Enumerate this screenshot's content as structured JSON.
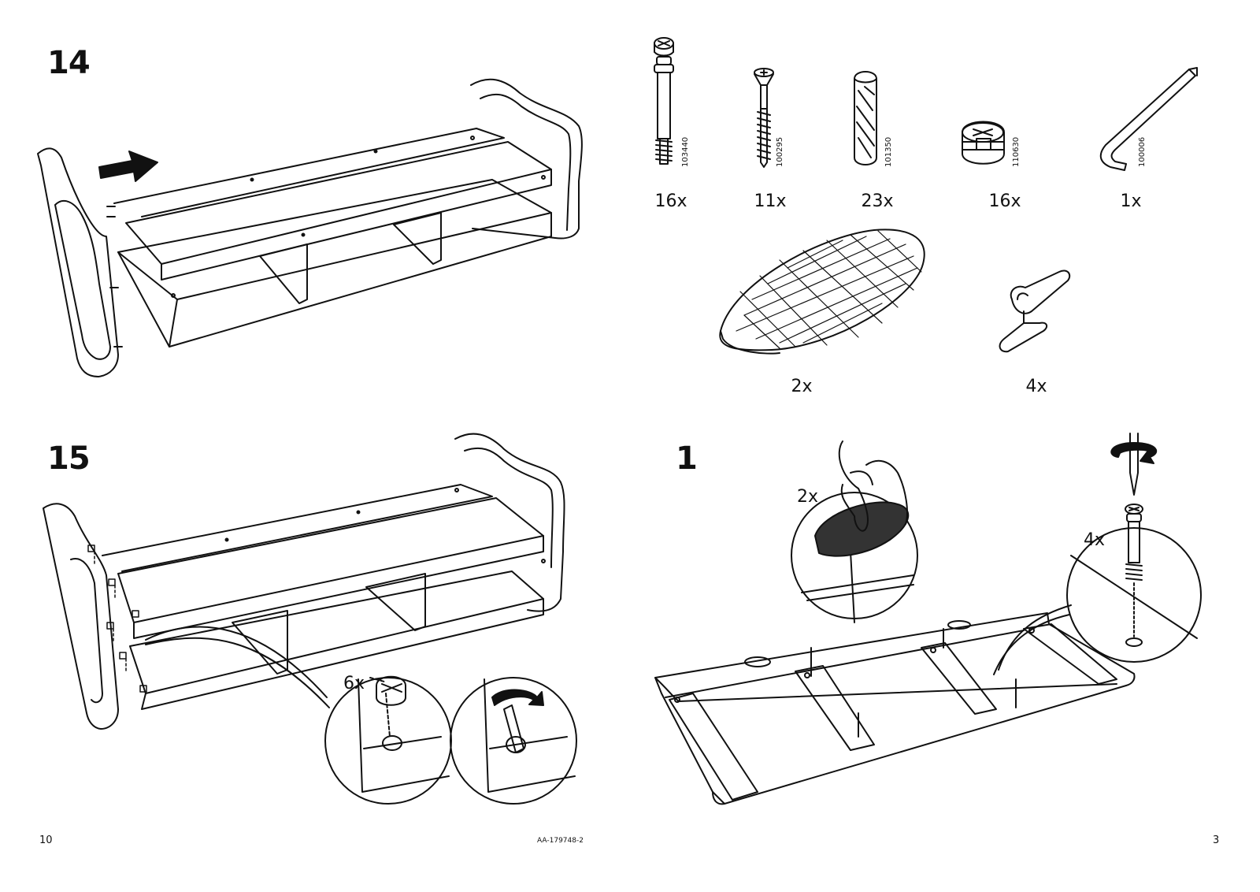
{
  "steps": {
    "s14": "14",
    "s15": "15",
    "s1": "1"
  },
  "parts": [
    {
      "art": "103440",
      "qty": "16x"
    },
    {
      "art": "100295",
      "qty": "11x"
    },
    {
      "art": "101350",
      "qty": "23x"
    },
    {
      "art": "110630",
      "qty": "16x"
    },
    {
      "art": "100006",
      "qty": "1x"
    },
    {
      "art": "",
      "qty": "2x"
    },
    {
      "art": "",
      "qty": "4x"
    }
  ],
  "callouts": {
    "step15_count": "6x",
    "step1_pad_count": "2x",
    "step1_bolt_count": "4x"
  },
  "footer": {
    "left_page": "10",
    "doc_id": "AA-179748-2",
    "right_page": "3"
  }
}
